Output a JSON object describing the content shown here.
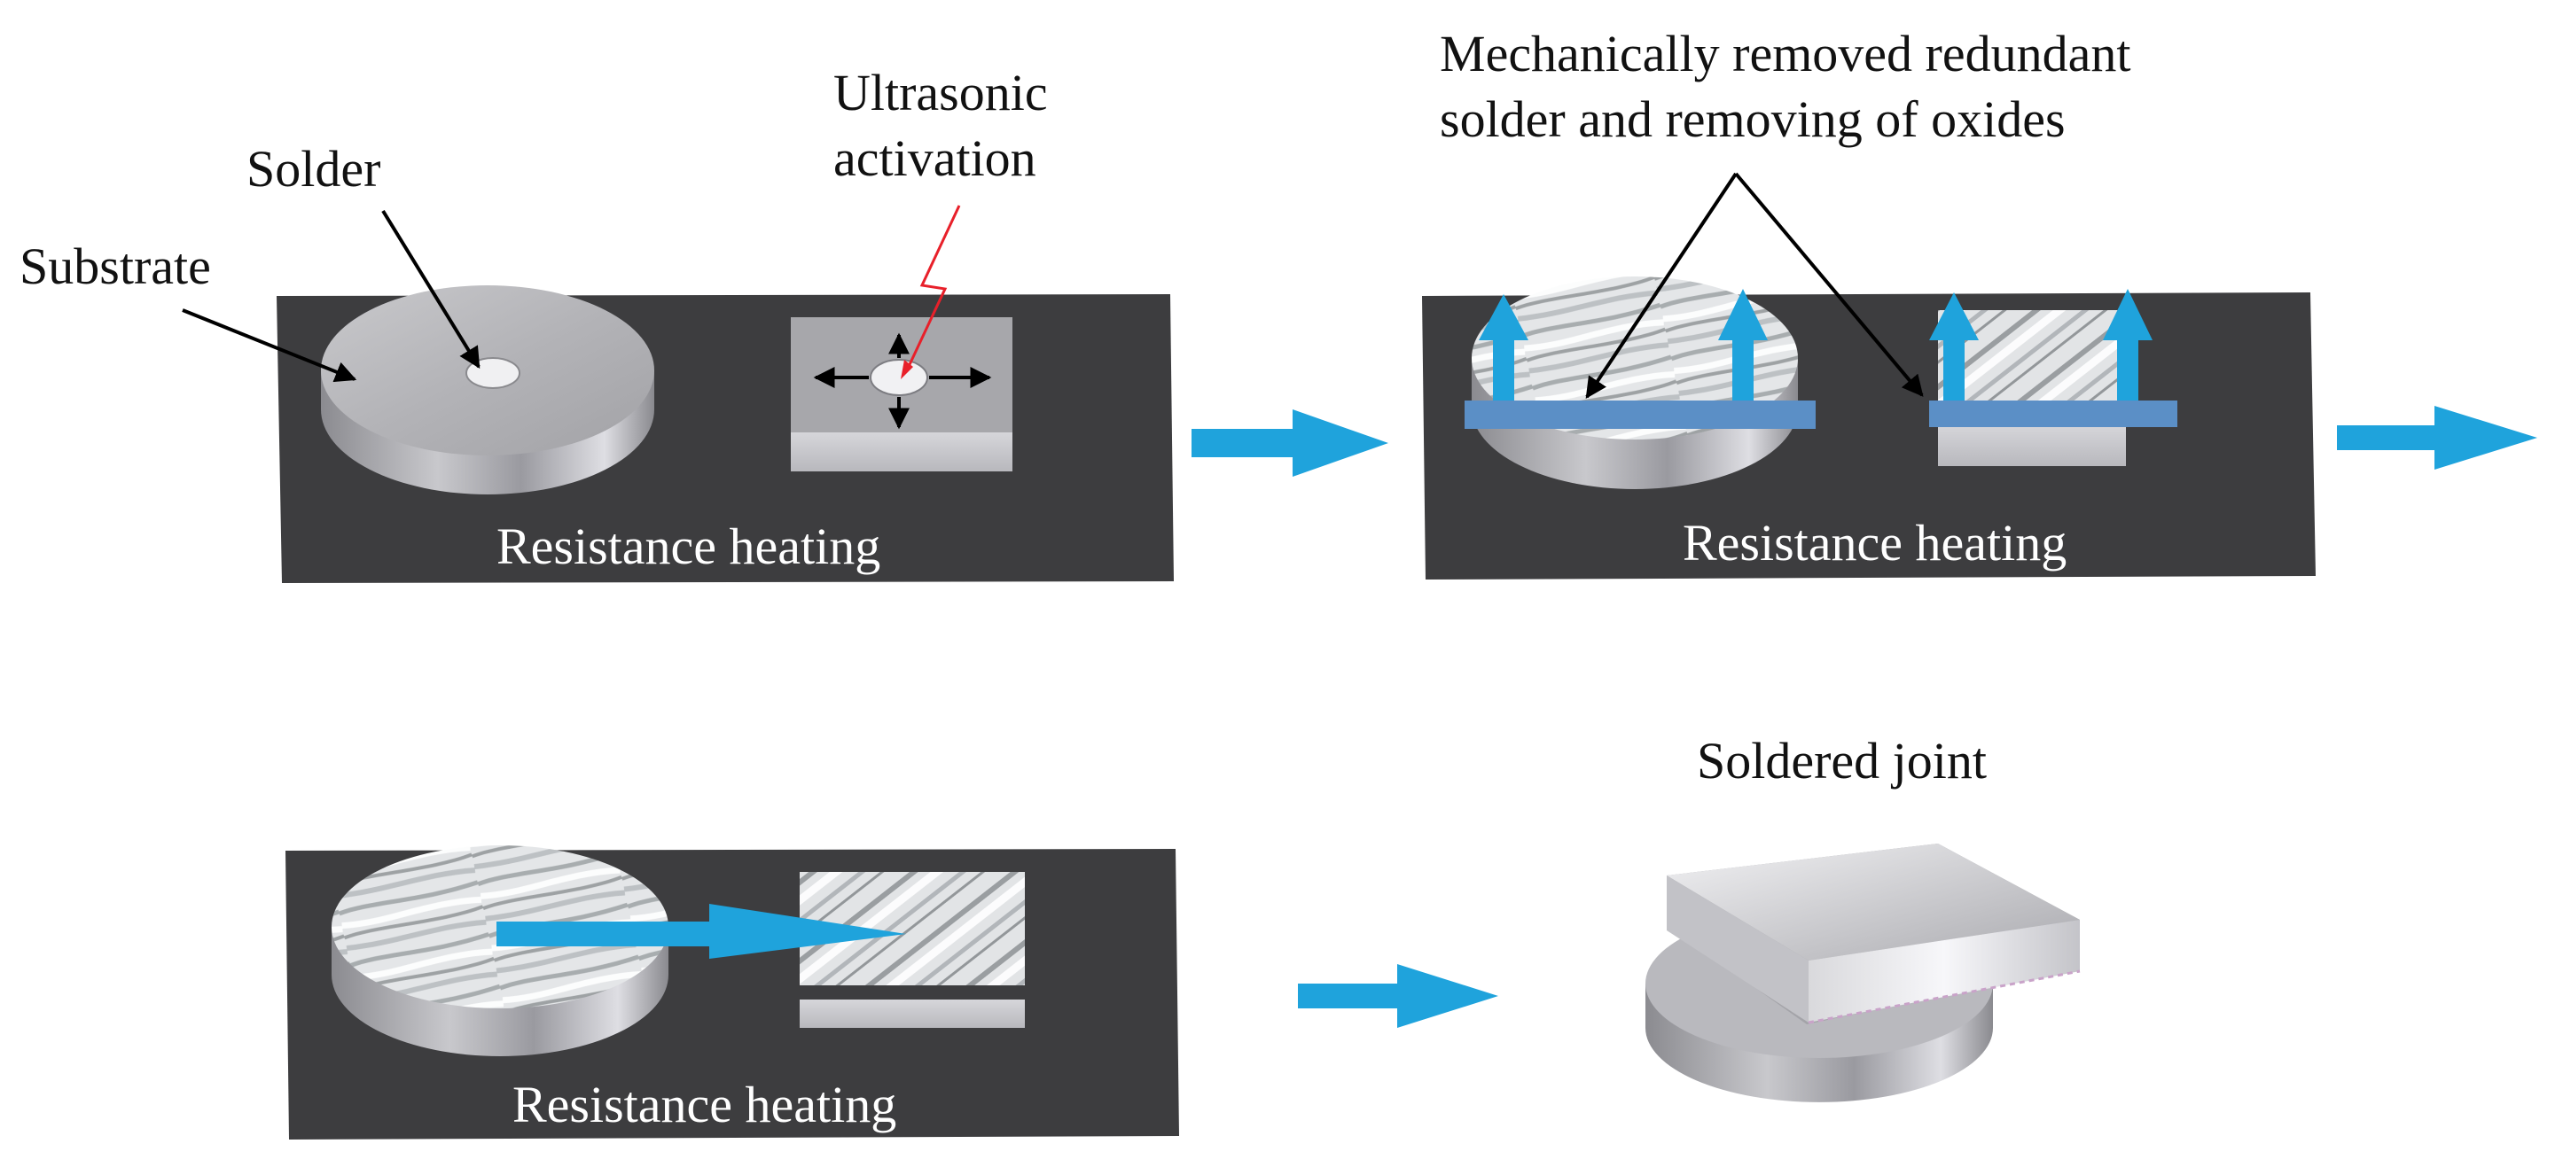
{
  "figure": {
    "panel_top_left": {
      "labels": {
        "substrate": "Substrate",
        "solder": "Solder",
        "ultrasonic_line1": "Ultrasonic",
        "ultrasonic_line2": "activation",
        "plate": "Resistance heating"
      }
    },
    "panel_top_right": {
      "labels": {
        "note_line1": "Mechanically removed redundant",
        "note_line2": "solder and removing of oxides",
        "plate": "Resistance heating"
      }
    },
    "panel_bottom_left": {
      "labels": {
        "plate": "Resistance heating"
      }
    },
    "panel_bottom_right": {
      "labels": {
        "title": "Soldered joint"
      }
    },
    "colors": {
      "plate": "#3d3d3f",
      "flow_arrow": "#1fa3dc",
      "scraper": "#5b8fc6",
      "activation_line": "#e8202a",
      "metal_light": "#d9d9dc",
      "metal_dark": "#8e8e94"
    }
  }
}
